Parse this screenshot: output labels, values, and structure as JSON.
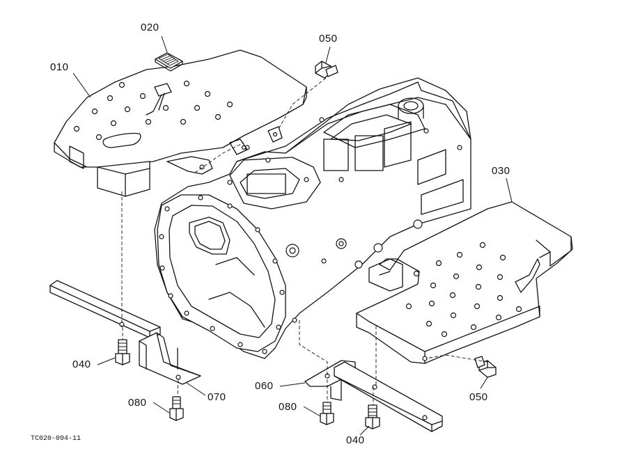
{
  "diagram": {
    "callouts": [
      {
        "id": "c010",
        "label": "010"
      },
      {
        "id": "c020",
        "label": "020"
      },
      {
        "id": "c050a",
        "label": "050"
      },
      {
        "id": "c030",
        "label": "030"
      },
      {
        "id": "c040a",
        "label": "040"
      },
      {
        "id": "c070",
        "label": "070"
      },
      {
        "id": "c080a",
        "label": "080"
      },
      {
        "id": "c060",
        "label": "060"
      },
      {
        "id": "c080b",
        "label": "080"
      },
      {
        "id": "c040b",
        "label": "040"
      },
      {
        "id": "c050b",
        "label": "050"
      }
    ],
    "reference_code": "TC020-094-11"
  }
}
